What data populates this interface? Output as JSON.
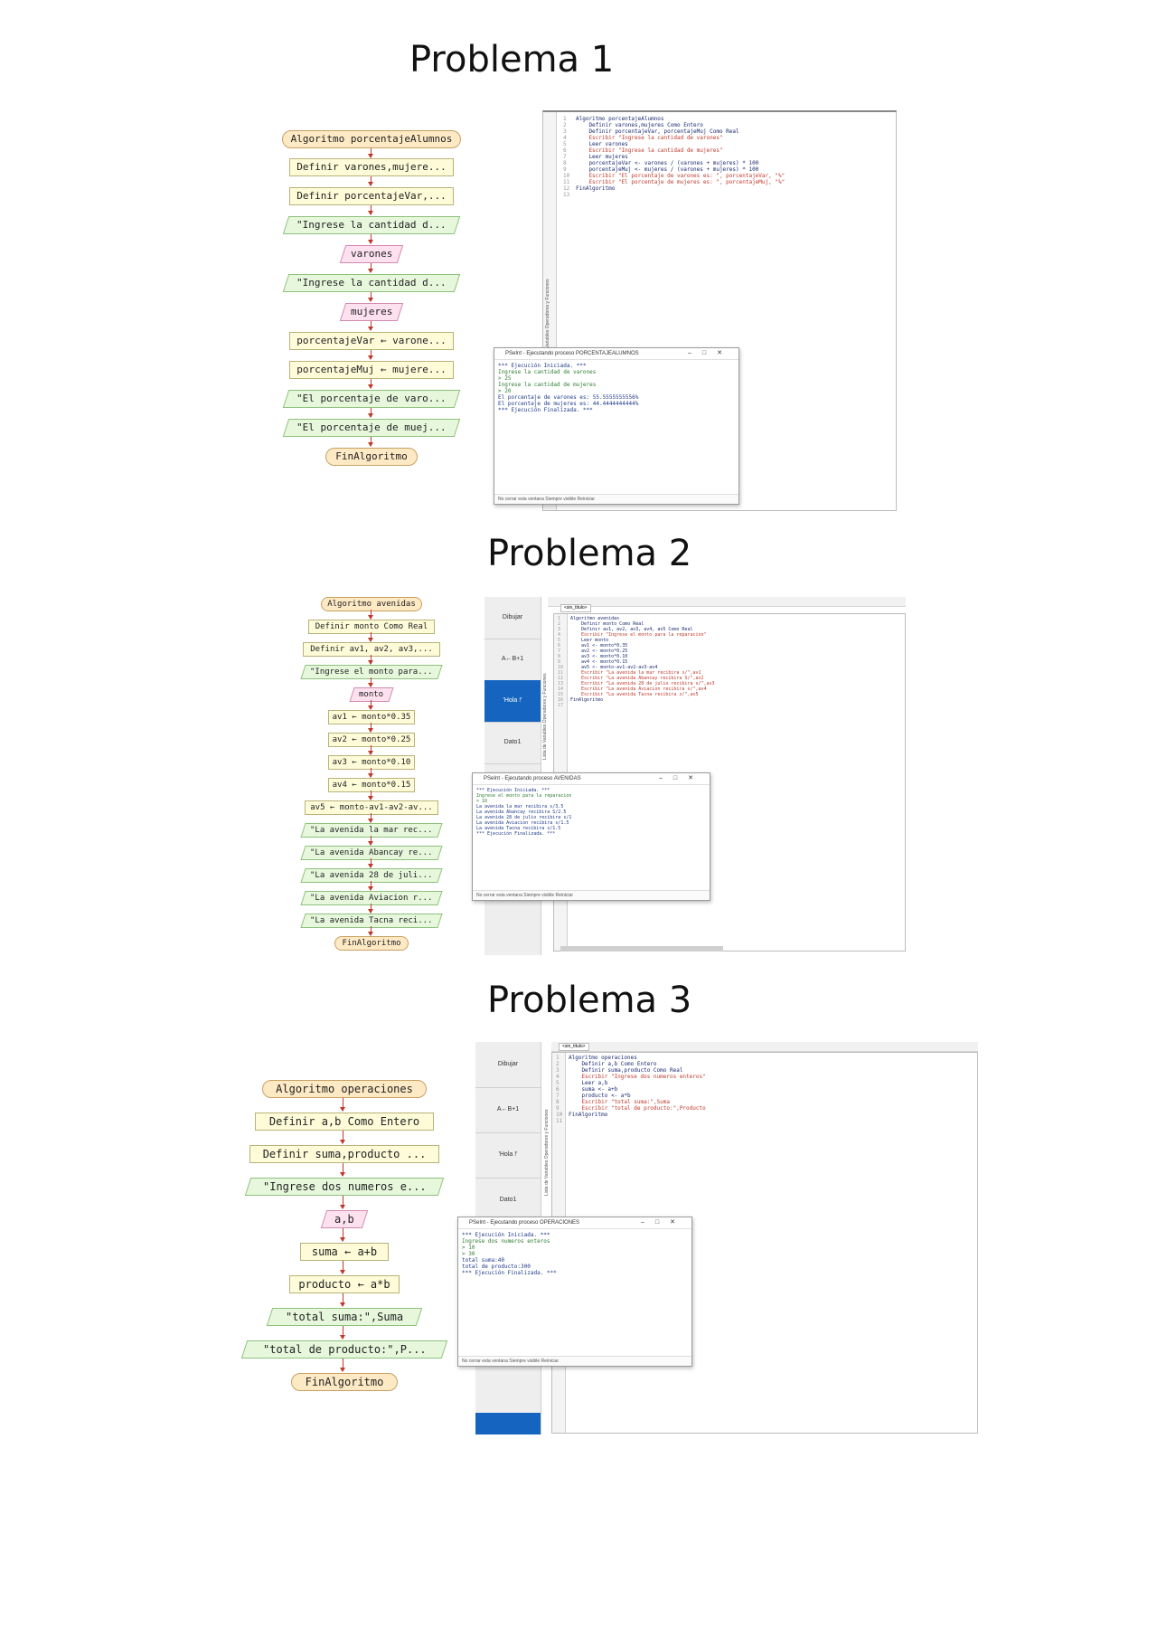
{
  "problems": [
    {
      "title": "Problema 1",
      "flowchart": [
        "Algoritmo porcentajeAlumnos",
        "Definir varones,mujere...",
        "Definir porcentajeVar,...",
        "\"Ingrese la cantidad d...",
        "varones",
        "\"Ingrese la cantidad d...",
        "mujeres",
        "porcentajeVar ← varone...",
        "porcentajeMuj ← mujere...",
        "\"El porcentaje de varo...",
        "\"El porcentaje de muej...",
        "FinAlgoritmo"
      ],
      "code": [
        "Algoritmo porcentajeAlumnos",
        "    Definir varones,mujeres Como Entero",
        "    Definir porcentajeVar, porcentajeMuj Como Real",
        "    Escribir \"Ingrese la cantidad de varones\"",
        "    Leer varones",
        "    Escribir \"Ingrese la cantidad de mujeres\"",
        "    Leer mujeres",
        "    porcentajeVar <- varones / (varones + mujeres) * 100",
        "    porcentajeMuj <- mujeres / (varones + mujeres) * 100",
        "    Escribir \"El porcentaje de varones es: \", porcentajeVar, \"%\"",
        "    Escribir \"El porcentaje de mujeres es: \", porcentajeMuj, \"%\"",
        "FinAlgoritmo",
        ""
      ],
      "window_title": "PSeInt - Ejecutando proceso PORCENTAJEALUMNOS",
      "console": [
        "*** Ejecución Iniciada. ***",
        "Ingrese la cantidad de varones",
        "> 25",
        "Ingrese la cantidad de mujeres",
        "> 20",
        "El porcentaje de varones es: 55.5555555556%",
        "El porcentaje de mujeres es: 44.4444444444%",
        "*** Ejecución Finalizada. ***"
      ],
      "footer": "No cerrar esta ventana   Siempre visible                                   Reiniciar"
    },
    {
      "title": "Problema 2",
      "flowchart": [
        "Algoritmo avenidas",
        "Definir monto Como Real",
        "Definir av1, av2, av3,...",
        "\"Ingrese el monto para...",
        "monto",
        "av1 ← monto*0.35",
        "av2 ← monto*0.25",
        "av3 ← monto*0.10",
        "av4 ← monto*0.15",
        "av5 ← monto-av1-av2-av...",
        "\"La avenida la mar rec...",
        "\"La avenida Abancay re...",
        "\"La avenida 28 de juli...",
        "\"La avenida Aviacion r...",
        "\"La avenida Tacna reci...",
        "FinAlgoritmo"
      ],
      "code": [
        "Algoritmo avenidas",
        "    Definir monto Como Real",
        "    Definir av1, av2, av3, av4, av5 Como Real",
        "    Escribir \"Ingrese el monto para la reparacion\"",
        "    Leer monto",
        "    av1 <- monto*0.35",
        "    av2 <- monto*0.25",
        "    av3 <- monto*0.10",
        "    av4 <- monto*0.15",
        "    av5 <- monto-av1-av2-av3-av4",
        "    Escribir \"La avenida la mar recibira s/\",av1",
        "    Escribir \"La avenida Abancay recibira S/\",av2",
        "    Escribir \"La avenida 28 de julio recibira s/\",av3",
        "    Escribir \"La avenida Aviacion recibira s/\",av4",
        "    Escribir \"La avenida Tacna recibira s/\",av5",
        "FinAlgoritmo",
        ""
      ],
      "tab": "<sin_titulo>",
      "palette": [
        "Dibujar",
        "A←B+1",
        "'Hola !'",
        "Dato1"
      ],
      "window_title": "PSeInt - Ejecutando proceso AVENIDAS",
      "console": [
        "*** Ejecución Iniciada. ***",
        "Ingrese el monto para la reparacion",
        "> 10",
        "La avenida la mar recibira s/3.5",
        "La avenida Abancay recibira S/2.5",
        "La avenida 28 de julio recibira s/1",
        "La avenida Aviacion recibira s/1.5",
        "La avenida Tacna recibira s/1.5",
        "*** Ejecución Finalizada. ***"
      ],
      "footer": "No cerrar esta ventana   Siempre visible                          Reiniciar"
    },
    {
      "title": "Problema 3",
      "flowchart": [
        "Algoritmo operaciones",
        "Definir a,b Como Entero",
        "Definir suma,producto ...",
        "\"Ingrese dos numeros e...",
        "a,b",
        "suma ← a+b",
        "producto ← a*b",
        "\"total suma:\",Suma",
        "\"total de producto:\",P...",
        "FinAlgoritmo"
      ],
      "code": [
        "Algoritmo operaciones",
        "    Definir a,b Como Entero",
        "    Definir suma,producto Como Real",
        "    Escribir \"Ingrese dos numeros enteros\"",
        "    Leer a,b",
        "    suma <- a+b",
        "    producto <- a*b",
        "    Escribir \"total suma:\",Suma",
        "    Escribir \"total de producto:\",Producto",
        "FinAlgoritmo",
        ""
      ],
      "tab": "<sin_titulo>",
      "palette": [
        "Dibujar",
        "A←B+1",
        "'Hola !'",
        "Dato1"
      ],
      "window_title": "PSeInt - Ejecutando proceso OPERACIONES",
      "console": [
        "*** Ejecución Iniciada. ***",
        "Ingrese dos numeros enteros",
        "> 10",
        "> 30",
        "total suma:40",
        "total de producto:300",
        "*** Ejecución Finalizada. ***"
      ],
      "footer": "No cerrar esta ventana   Siempre visible                               Reiniciar"
    }
  ],
  "side_labels": {
    "p1": "Lista de Variables   Operadores y Funciones",
    "p2": "Lista de Variables   Operadores y Funciones",
    "p3": "Lista de Variables   Operadores y Funciones"
  }
}
